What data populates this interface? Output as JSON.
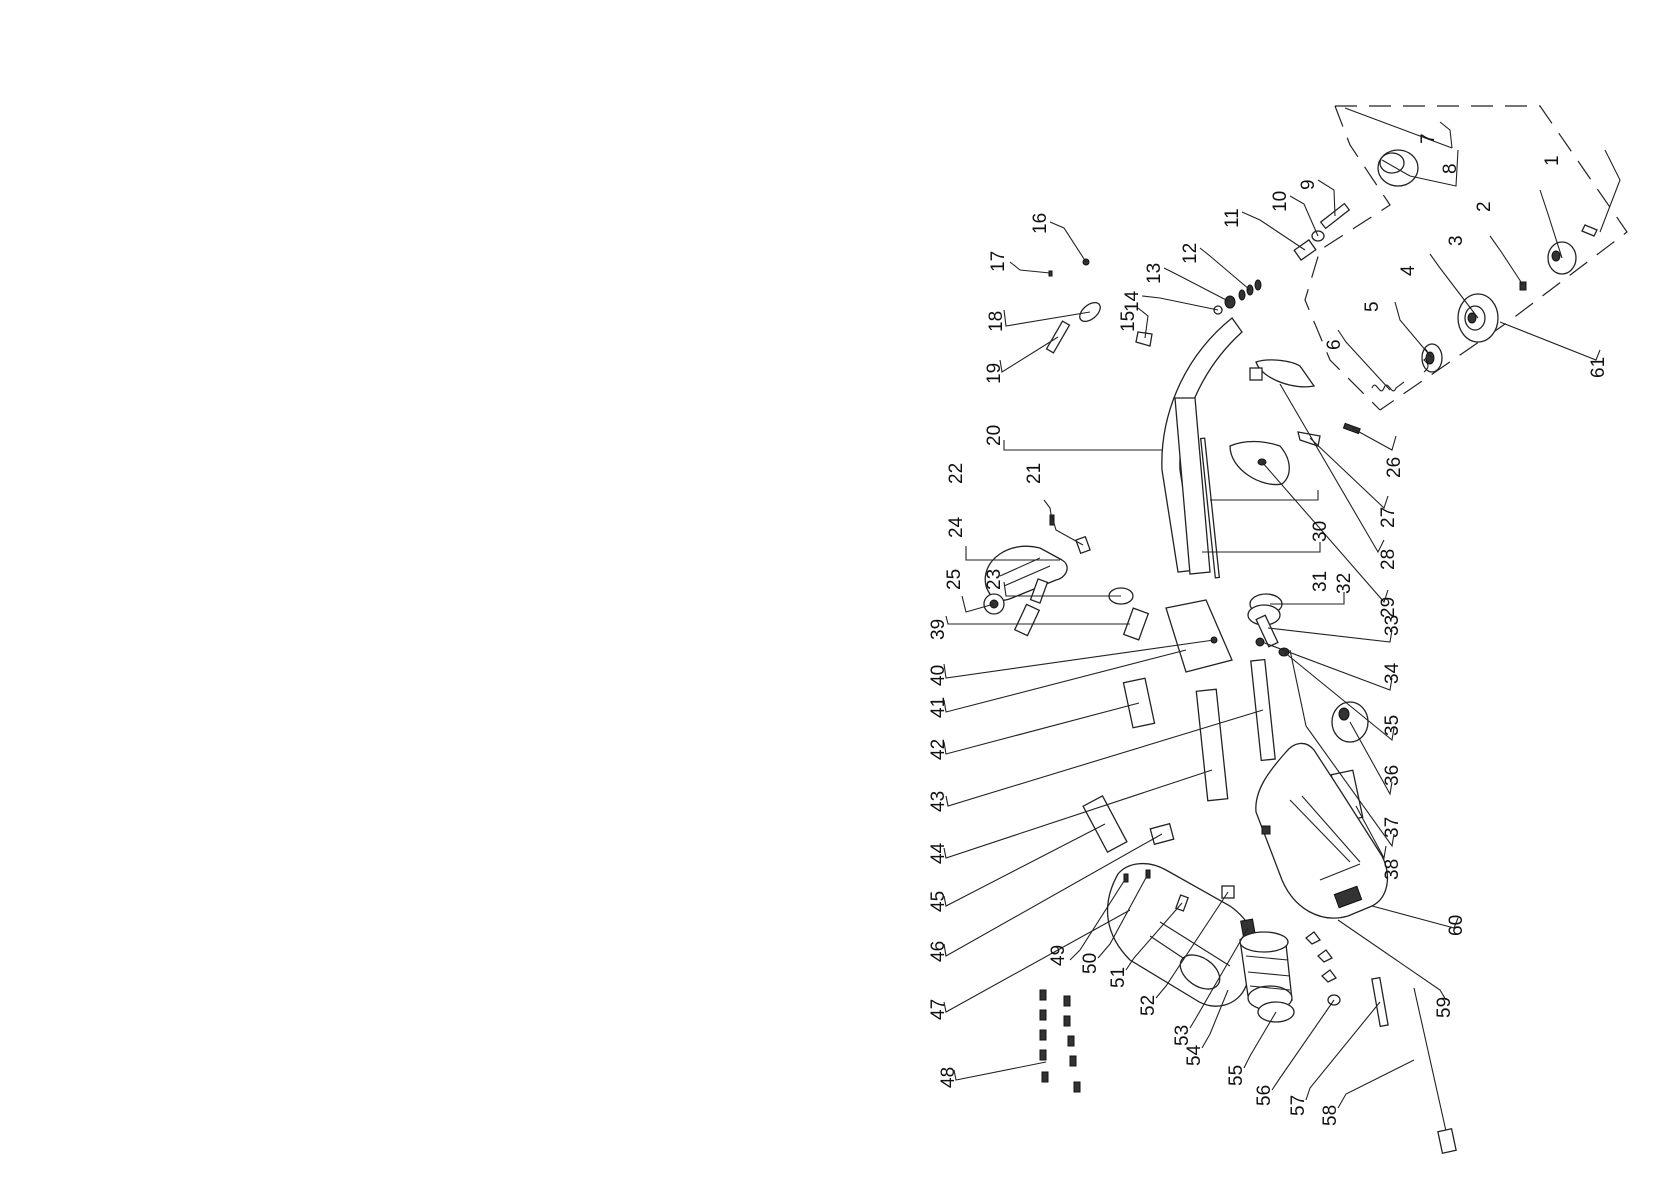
{
  "labels": [
    "1",
    "2",
    "3",
    "4",
    "5",
    "6",
    "7",
    "8",
    "9",
    "10",
    "11",
    "12",
    "13",
    "14",
    "15",
    "16",
    "17",
    "18",
    "19",
    "20",
    "21",
    "22",
    "23",
    "24",
    "25",
    "26",
    "27",
    "28",
    "29",
    "30",
    "31",
    "32",
    "33",
    "34",
    "35",
    "36",
    "37",
    "38",
    "39",
    "40",
    "41",
    "42",
    "43",
    "44",
    "45",
    "46",
    "47",
    "48",
    "49",
    "50",
    "51",
    "52",
    "53",
    "54",
    "55",
    "56",
    "57",
    "58",
    "59",
    "60",
    "61"
  ]
}
